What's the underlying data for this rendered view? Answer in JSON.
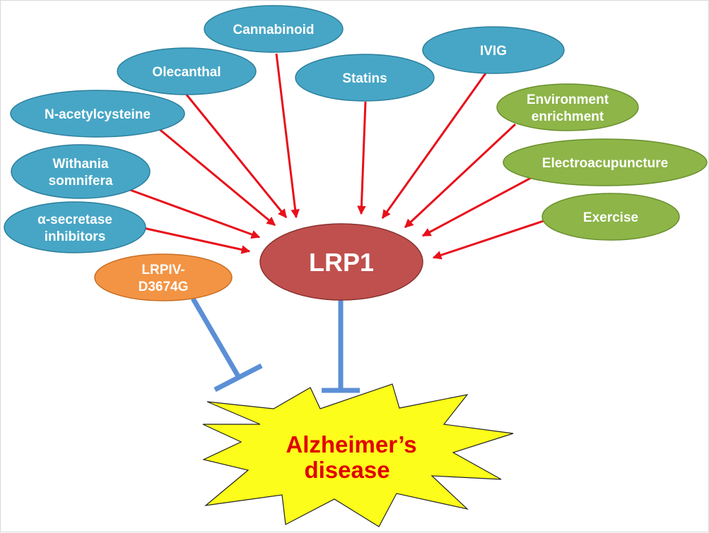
{
  "colors": {
    "blue_node": "#47a6c6",
    "green_node": "#8db548",
    "orange_node": "#f39444",
    "center_node": "#c0504d",
    "activation_arrow": "#e8101a",
    "inhibition_line": "#5b8fd6",
    "burst_fill": "#fdfd1b",
    "outcome_text": "#e00000"
  },
  "center": {
    "label": "LRP1"
  },
  "outcome": {
    "line1": "Alzheimer’s",
    "line2": "disease"
  },
  "activators": [
    {
      "id": "cannabinoid",
      "lines": [
        "Cannabinoid"
      ],
      "color": "blue"
    },
    {
      "id": "olecanthal",
      "lines": [
        "Olecanthal"
      ],
      "color": "blue"
    },
    {
      "id": "statins",
      "lines": [
        "Statins"
      ],
      "color": "blue"
    },
    {
      "id": "ivig",
      "lines": [
        "IVIG"
      ],
      "color": "blue"
    },
    {
      "id": "n-acetylcysteine",
      "lines": [
        "N-acetylcysteine"
      ],
      "color": "blue"
    },
    {
      "id": "withania-somnifera",
      "lines": [
        "Withania",
        "somnifera"
      ],
      "color": "blue"
    },
    {
      "id": "alpha-secretase-inhibitors",
      "lines": [
        "α-secretase",
        "inhibitors"
      ],
      "color": "blue"
    },
    {
      "id": "environment-enrichment",
      "lines": [
        "Environment",
        "enrichment"
      ],
      "color": "green"
    },
    {
      "id": "electroacupuncture",
      "lines": [
        "Electroacupuncture"
      ],
      "color": "green"
    },
    {
      "id": "exercise",
      "lines": [
        "Exercise"
      ],
      "color": "green"
    }
  ],
  "inhibitors": [
    {
      "id": "lrpiv-d3674g",
      "lines": [
        "LRPIV-",
        "D3674G"
      ],
      "color": "orange"
    }
  ]
}
